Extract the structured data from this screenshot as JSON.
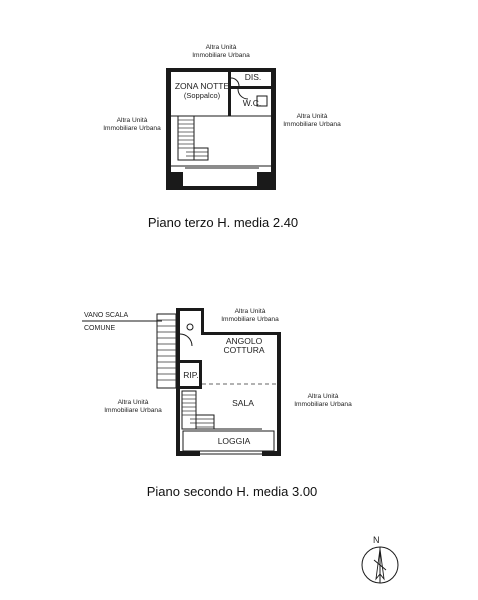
{
  "plan_top": {
    "label_top": [
      "Altra Unità",
      "Immobiliare Urbana"
    ],
    "label_left": [
      "Altra Unità",
      "Immobiliare Urbana"
    ],
    "label_right": [
      "Altra Unità",
      "Immobiliare Urbana"
    ],
    "room_zona_notte": "ZONA NOTTE",
    "room_zona_notte_sub": "(Soppalco)",
    "room_dis": "DIS.",
    "room_wc": "W.C.",
    "caption": "Piano terzo H. media 2.40"
  },
  "plan_bottom": {
    "label_vano_scala": [
      "VANO SCALA",
      "COMUNE"
    ],
    "label_top": [
      "Altra Unità",
      "Immobiliare Urbana"
    ],
    "label_left": [
      "Altra Unità",
      "Immobiliare Urbana"
    ],
    "label_right": [
      "Altra Unità",
      "Immobiliare Urbana"
    ],
    "room_angolo": [
      "ANGOLO",
      "COTTURA"
    ],
    "room_rip": "RIP.",
    "room_sala": "SALA",
    "room_loggia": "LOGGIA",
    "caption": "Piano secondo H. media 3.00"
  },
  "compass": {
    "north_label": "N"
  }
}
